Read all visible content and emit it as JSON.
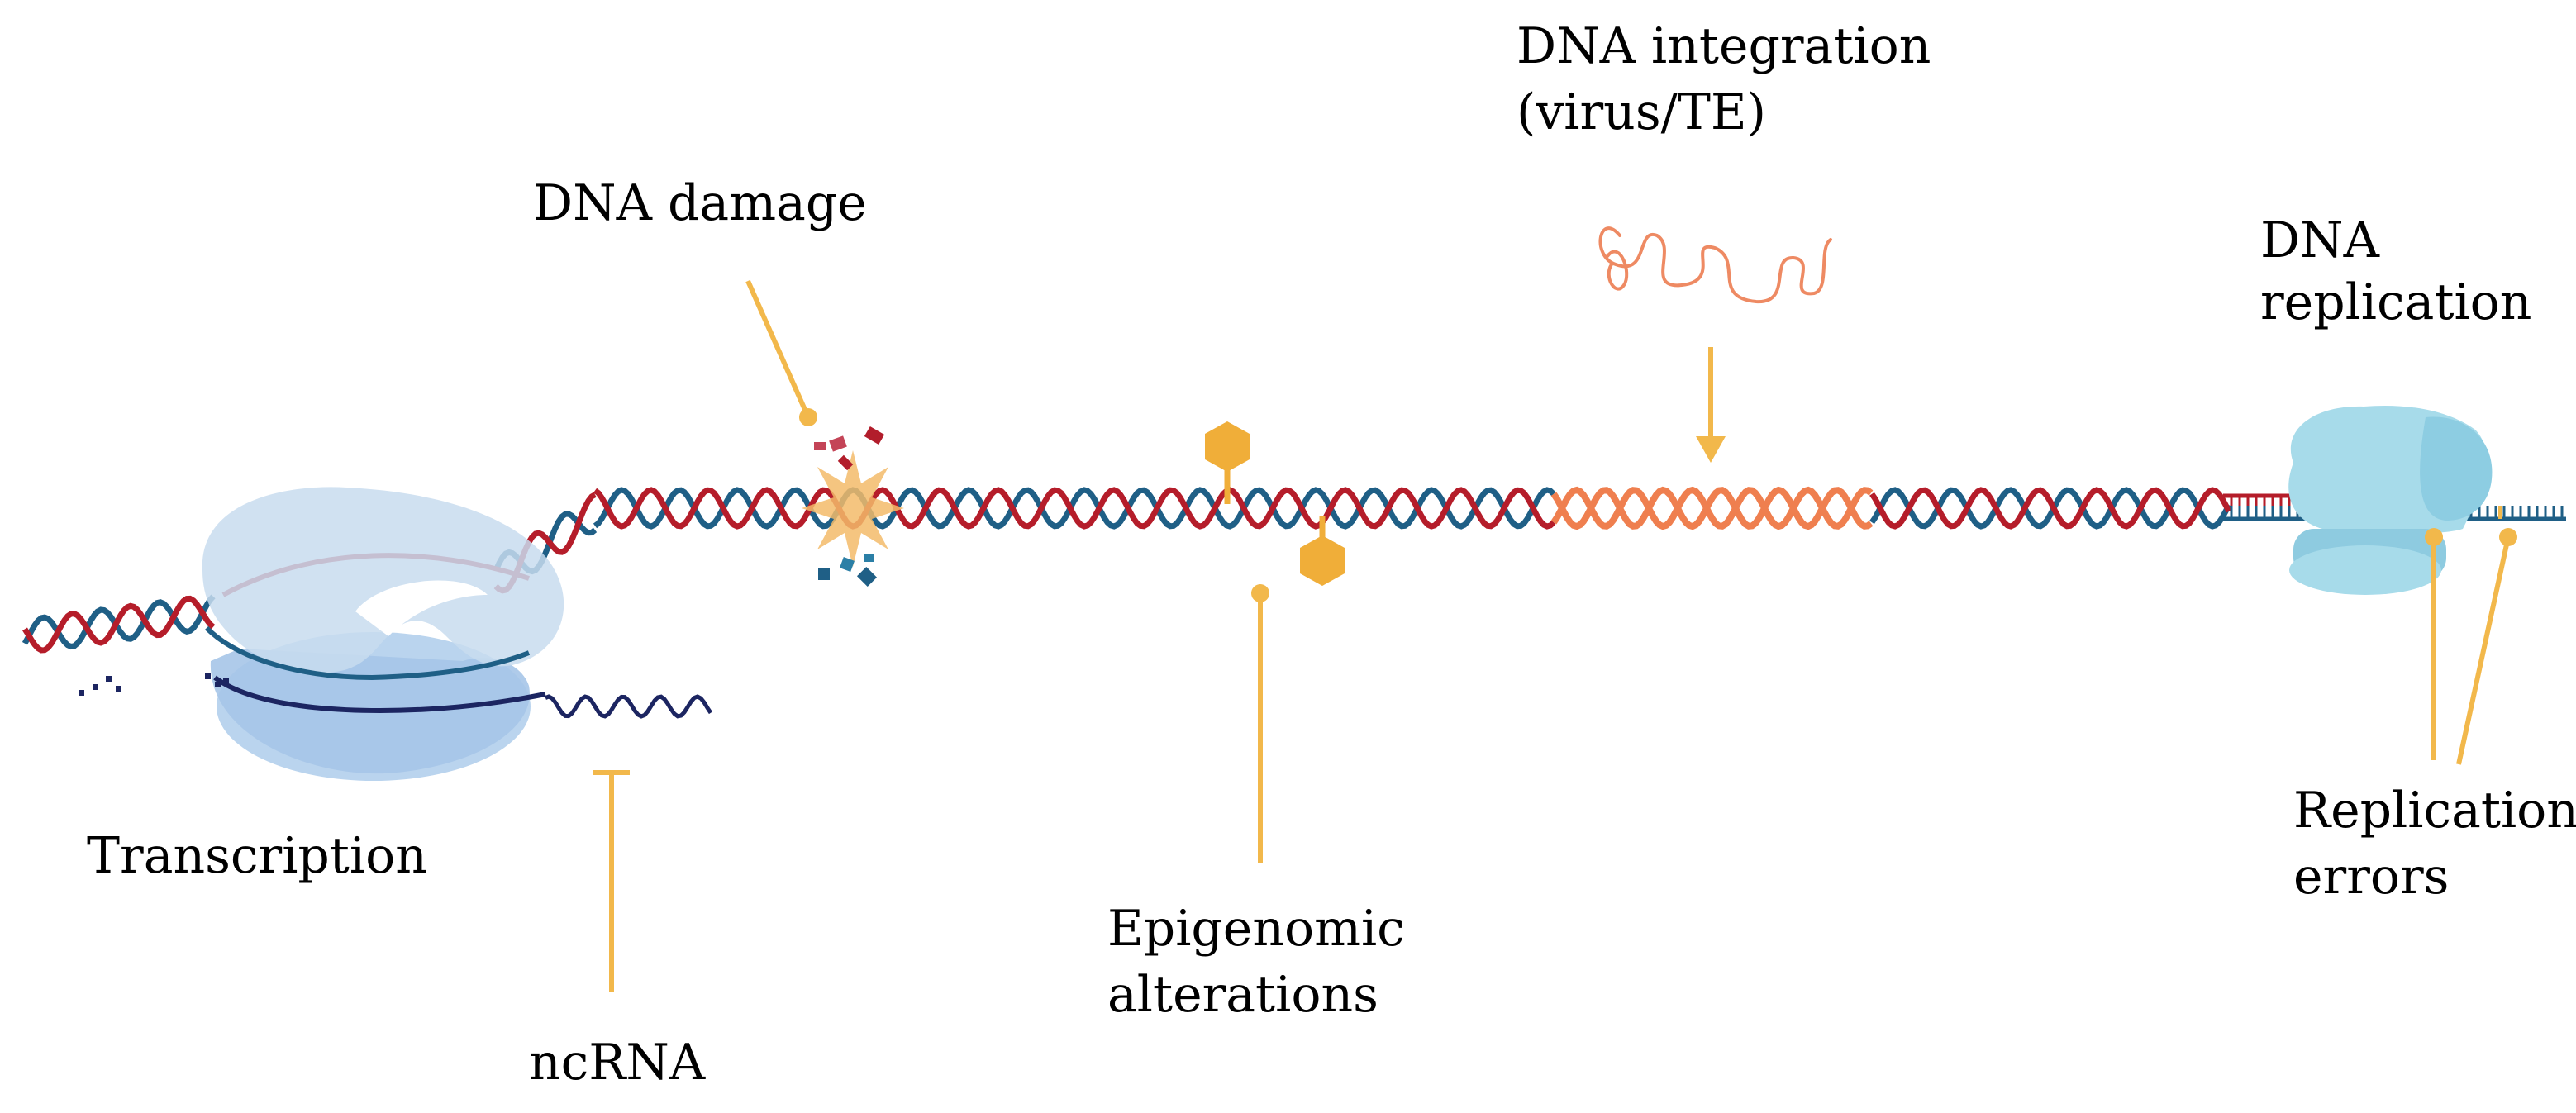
{
  "labels": {
    "transcription": "Transcription",
    "ncrna": "ncRNA",
    "dna_damage": "DNA damage",
    "epigenomic_line1": "Epigenomic",
    "epigenomic_line2": "alterations",
    "integration_line1": "DNA integration",
    "integration_line2": "(virus/TE)",
    "replication_line1": "DNA",
    "replication_line2": "replication",
    "errors_line1": "Replication",
    "errors_line2": "errors"
  },
  "colors": {
    "strand_red": "#b51d2a",
    "strand_blue": "#1f5f86",
    "integrated_dna": "#ef7f4f",
    "viral_dna": "#ee8a63",
    "annotation": "#f2b84b",
    "epigenetic_mark": "#f0ae39",
    "rna_polymerase": "#a9c9ea",
    "replication_complex": "#a7dbea",
    "ncrna_strand": "#1c2561"
  },
  "icons": {
    "rna_polymerase": "rna-polymerase-icon",
    "damage_burst": "damage-burst-icon",
    "epigenetic_mark": "hexagon-mark-icon",
    "viral_dna": "viral-dna-icon",
    "replication_complex": "replisome-icon",
    "inhibition": "inhibition-bar-icon"
  }
}
